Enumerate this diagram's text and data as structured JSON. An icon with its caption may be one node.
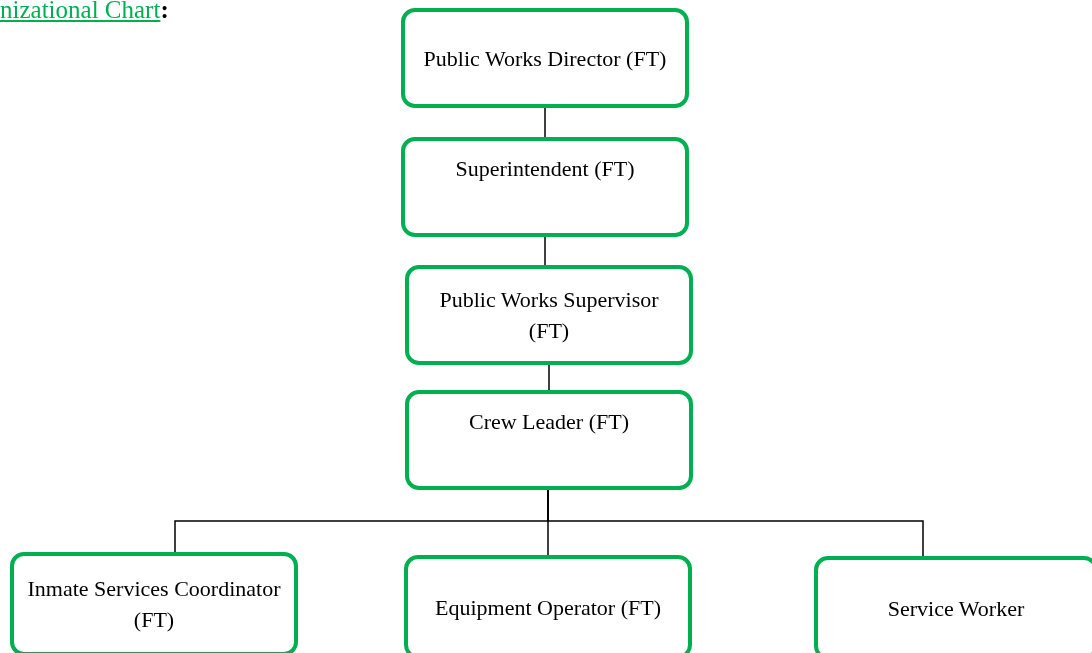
{
  "diagram": {
    "title": "nizational Chart**:**",
    "nodes": [
      {
        "text": [
          "Public Works Director (FT)"
        ]
      },
      {
        "text": [
          "Superintendent (FT)"
        ]
      },
      {
        "text": [
          "Public Works Supervisor (FT)"
        ]
      },
      {
        "text": [
          "Crew Leader (FT)"
        ]
      },
      {
        "text": [
          "Inmate Services Coordinator (FT)"
        ]
      },
      {
        "text": [
          "Equipment Operator (FT)"
        ]
      },
      {
        "text": [
          "Service Worker"
        ]
      }
    ],
    "edges": [
      {
        "from": 0,
        "to": 1,
        "arrow": "none"
      },
      {
        "from": 1,
        "to": 2,
        "arrow": "none"
      },
      {
        "from": 2,
        "to": 3,
        "arrow": "none"
      },
      {
        "from": 3,
        "to": 4,
        "arrow": "none"
      },
      {
        "from": 3,
        "to": 5,
        "arrow": "none"
      },
      {
        "from": 3,
        "to": 6,
        "arrow": "none"
      }
    ]
  }
}
